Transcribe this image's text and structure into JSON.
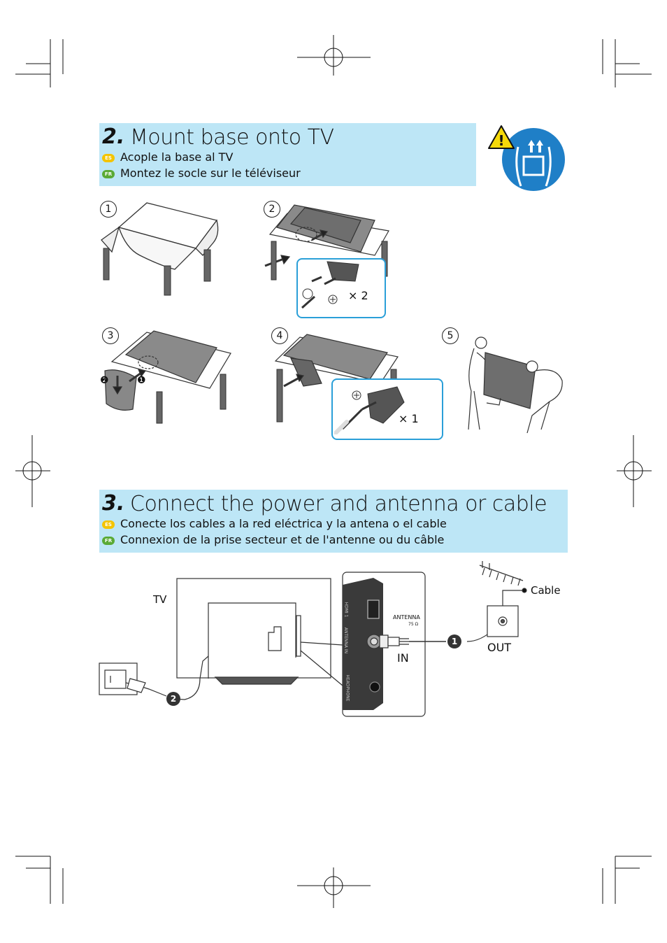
{
  "section2": {
    "number": "2.",
    "title": "Mount base onto TV",
    "es_tag": "ES",
    "es_text": "Acople la base al TV",
    "fr_tag": "FR",
    "fr_text": "Montez le socle sur le téléviseur",
    "steps": [
      "1",
      "2",
      "3",
      "4",
      "5"
    ],
    "screw_count_a": "× 2",
    "screw_count_b": "× 1",
    "sub_badge_1": "❶",
    "sub_badge_2": "❷",
    "warning_icon": "two-person-lift-warning-icon"
  },
  "section3": {
    "number": "3.",
    "title": "Connect the power and antenna or cable",
    "es_tag": "ES",
    "es_text": "Conecte los cables a la red eléctrica y la antena o el cable",
    "fr_tag": "FR",
    "fr_text": "Connexion de la prise secteur et de l'antenne ou du câble",
    "tv_label": "TV",
    "in_label": "IN",
    "out_label": "OUT",
    "cable_label": "Cable",
    "antenna_label": "ANTENNA",
    "antenna_sub": "75 Ω",
    "port_hdmi": "HDMI 1",
    "port_antenna": "ANTENNA IN",
    "port_headphone": "HEADPHONE",
    "badge_1": "1",
    "badge_2": "2"
  },
  "colors": {
    "banner": "#bde6f6",
    "accent_blue": "#2a9fd8",
    "warning_yellow": "#f5d90a",
    "es_tag": "#f4c400",
    "fr_tag": "#5aaa35"
  }
}
